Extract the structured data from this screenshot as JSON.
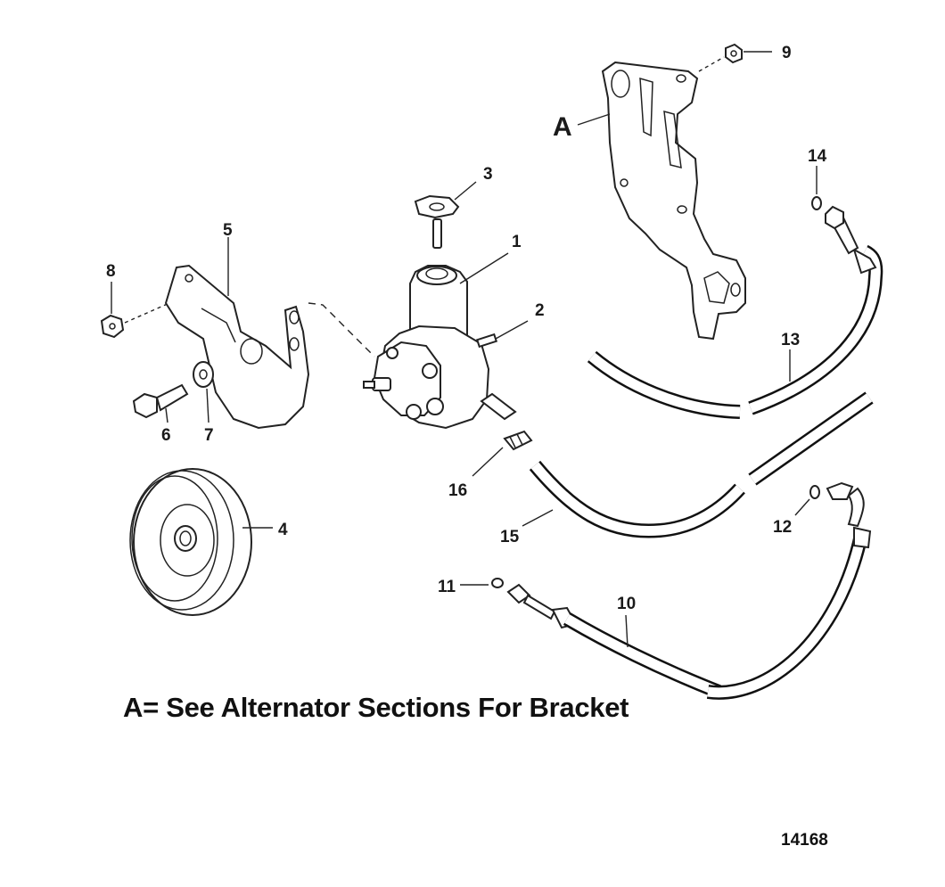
{
  "figure_id": "14168",
  "note": "A= See Alternator Sections For Bracket",
  "bracket_ref": "A",
  "callouts": [
    "1",
    "2",
    "3",
    "4",
    "5",
    "6",
    "7",
    "8",
    "9",
    "10",
    "11",
    "12",
    "13",
    "14",
    "15",
    "16"
  ]
}
